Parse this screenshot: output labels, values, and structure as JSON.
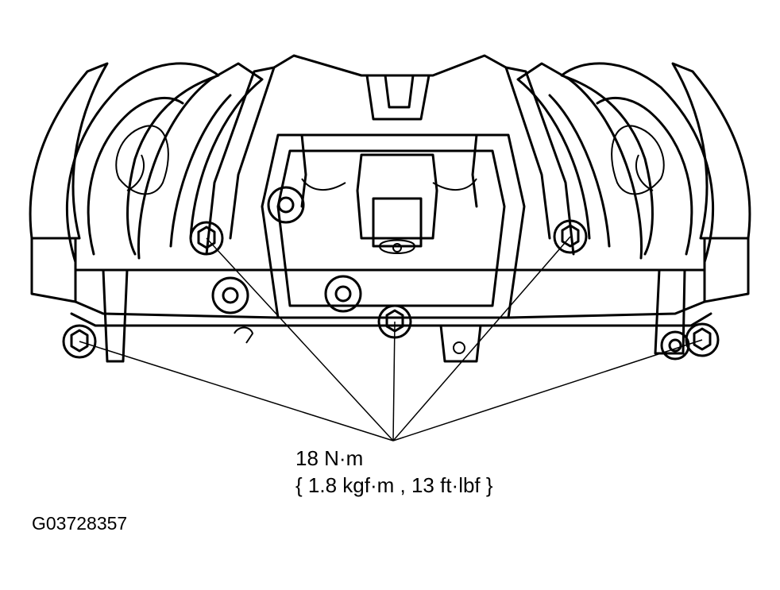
{
  "figure": {
    "torque_spec_line1": "18 N·m",
    "torque_spec_line2": "{ 1.8 kgf·m , 13 ft·lbf }",
    "figure_id": "G03728357"
  },
  "colors": {
    "ink": "#000000",
    "background": "#ffffff"
  }
}
